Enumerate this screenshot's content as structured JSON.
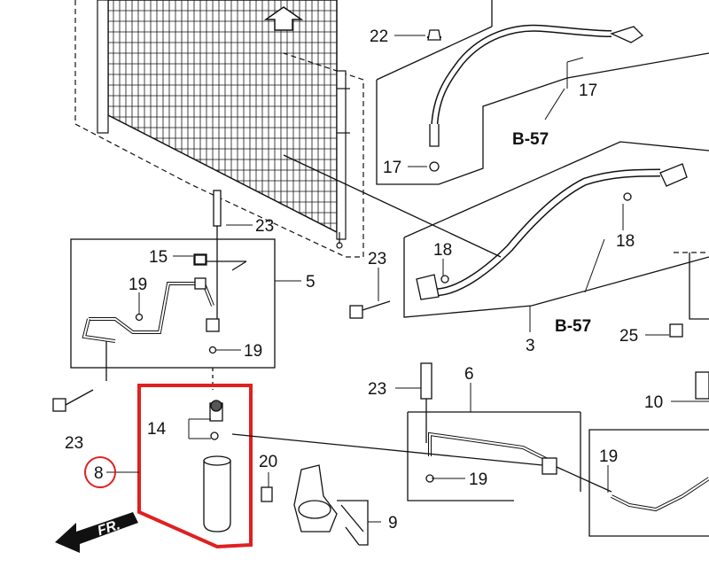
{
  "diagram": {
    "highlight_color": "#e02020",
    "ink_color": "#111111",
    "front_label": "FR.",
    "callouts": {
      "c22": "22",
      "c17a": "17",
      "c17b": "17",
      "ref_b57a": "B-57",
      "c23a": "23",
      "c15": "15",
      "c5": "5",
      "c19a": "19",
      "c19b": "19",
      "c18a": "18",
      "c18b": "18",
      "c23b": "23",
      "ref_b57b": "B-57",
      "c3": "3",
      "c25": "25",
      "c6": "6",
      "c23c": "23",
      "c14": "14",
      "c23d": "23",
      "c8": "8",
      "c20": "20",
      "c19c": "19",
      "c10": "10",
      "c19d": "19",
      "c9": "9"
    }
  }
}
